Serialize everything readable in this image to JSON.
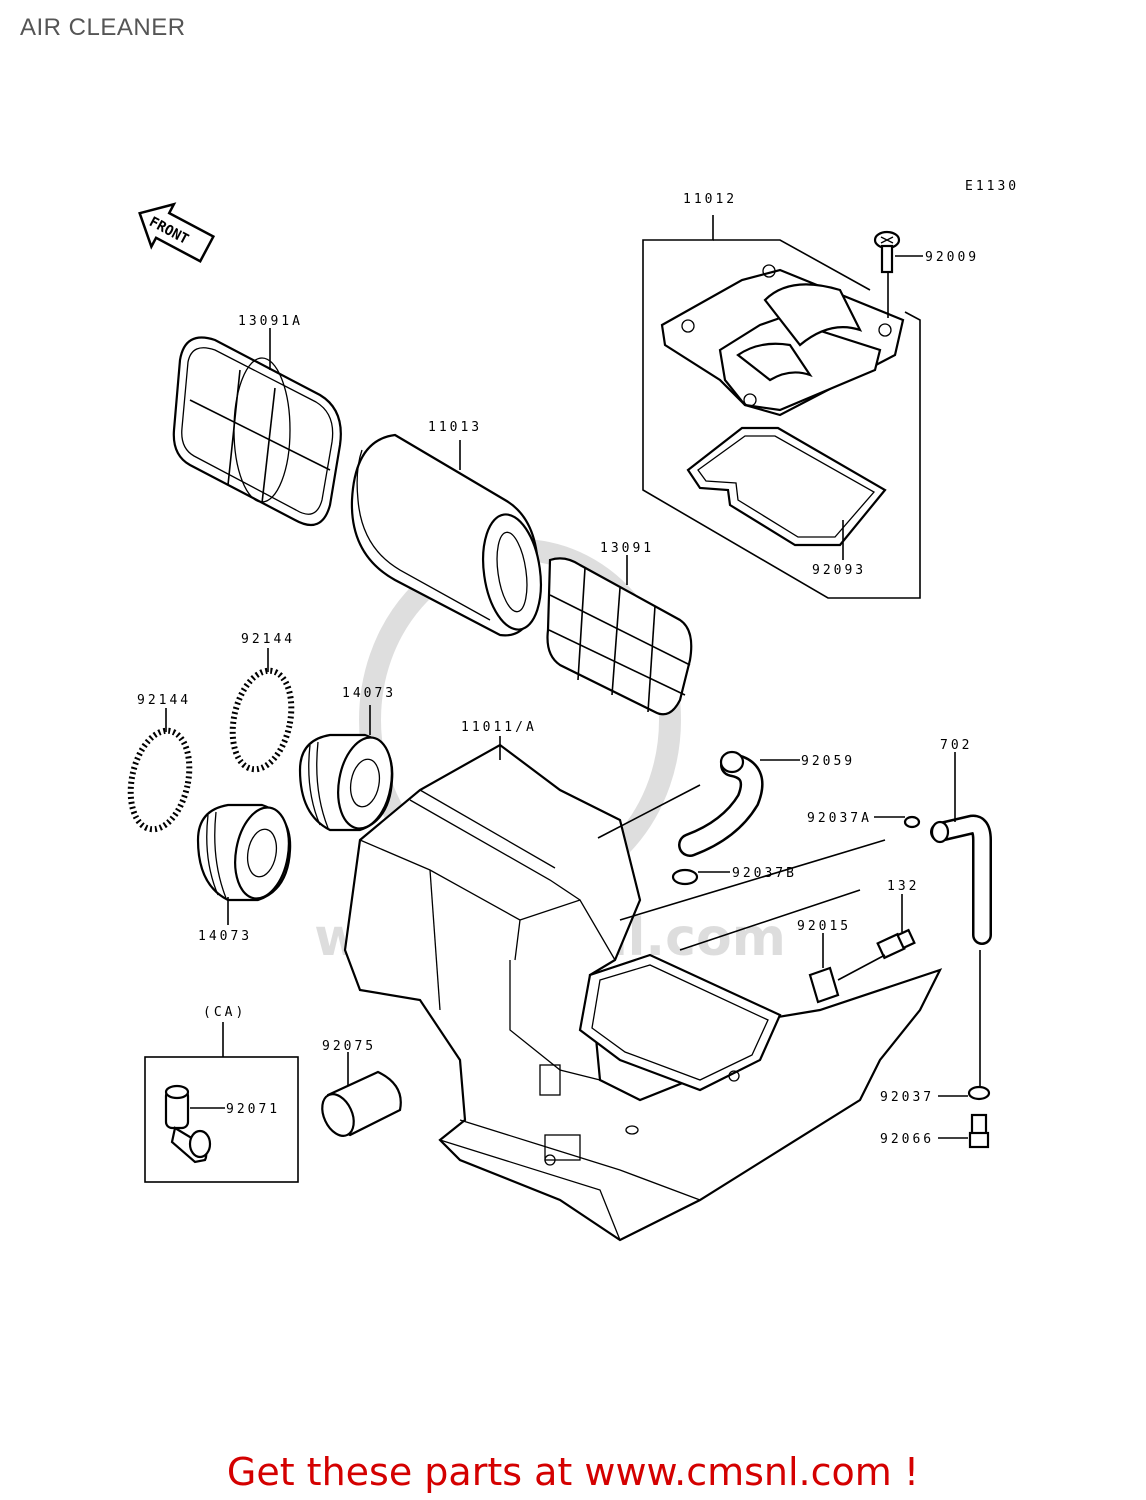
{
  "page": {
    "title": "AIR CLEANER",
    "footer": "Get these parts at www.cmsnl.com !"
  },
  "diagram": {
    "ref_code": "E1130",
    "front_arrow": "FRONT",
    "watermark": "www.cmsnl.com",
    "parts": [
      {
        "id": "11012",
        "label": "11012"
      },
      {
        "id": "92009",
        "label": "92009"
      },
      {
        "id": "92093",
        "label": "92093"
      },
      {
        "id": "13091A",
        "label": "13091A"
      },
      {
        "id": "11013",
        "label": "11013"
      },
      {
        "id": "13091",
        "label": "13091"
      },
      {
        "id": "92144-a",
        "label": "92144"
      },
      {
        "id": "92144-b",
        "label": "92144"
      },
      {
        "id": "14073-a",
        "label": "14073"
      },
      {
        "id": "14073-b",
        "label": "14073"
      },
      {
        "id": "11011A",
        "label": "11011/A"
      },
      {
        "id": "92059",
        "label": "92059"
      },
      {
        "id": "702",
        "label": "702"
      },
      {
        "id": "92037A",
        "label": "92037A"
      },
      {
        "id": "92037B",
        "label": "92037B"
      },
      {
        "id": "132",
        "label": "132"
      },
      {
        "id": "92015",
        "label": "92015"
      },
      {
        "id": "CA",
        "label": "(CA)"
      },
      {
        "id": "92075",
        "label": "92075"
      },
      {
        "id": "92071",
        "label": "92071"
      },
      {
        "id": "92037",
        "label": "92037"
      },
      {
        "id": "92066",
        "label": "92066"
      }
    ]
  }
}
